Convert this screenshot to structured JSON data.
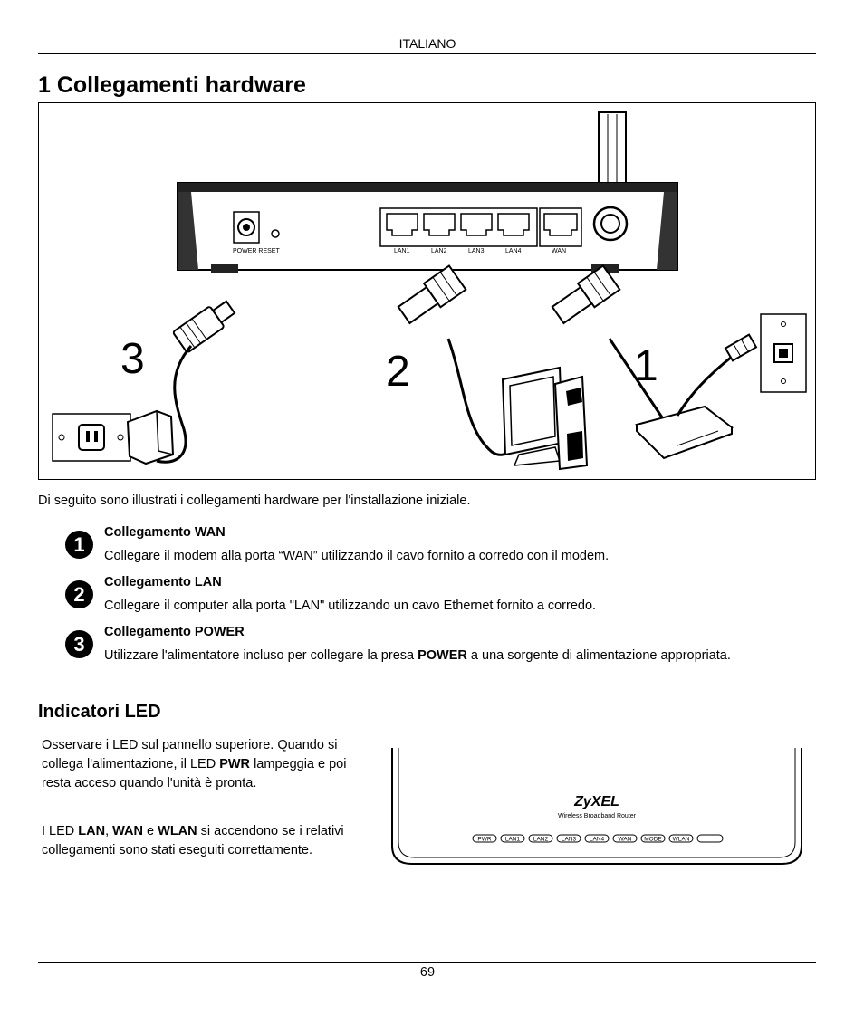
{
  "header": {
    "language": "ITALIANO"
  },
  "page_title": "1 Collegamenti hardware",
  "figure": {
    "back_labels": {
      "power_reset": "POWER RESET",
      "lan1": "LAN1",
      "lan2": "LAN2",
      "lan3": "LAN3",
      "lan4": "LAN4",
      "wan": "WAN"
    },
    "callouts": [
      "3",
      "2",
      "1"
    ]
  },
  "intro": "Di seguito sono illustrati i collegamenti hardware per l'installazione iniziale.",
  "steps": [
    {
      "number": "1",
      "heading": "Collegamento WAN",
      "text": "Collegare il modem alla porta “WAN” utilizzando il cavo fornito a corredo con il modem."
    },
    {
      "number": "2",
      "heading": "Collegamento LAN",
      "text": "Collegare il computer alla porta \"LAN\" utilizzando un cavo Ethernet fornito a corredo."
    },
    {
      "number": "3",
      "heading": "Collegamento POWER",
      "text_before": "Utilizzare l'alimentatore incluso per collegare la presa ",
      "text_bold": "POWER",
      "text_after": " a una sorgente di alimentazione appropriata."
    }
  ],
  "led_section": {
    "title": "Indicatori LED",
    "para1": {
      "before": "Osservare i LED sul pannello superiore. Quando si collega l'alimentazione, il LED ",
      "bold": "PWR",
      "after": " lampeggia e poi resta acceso quando l'unità è pronta."
    },
    "para2": {
      "before": "I LED ",
      "lan": "LAN",
      "sep1": ", ",
      "wan": "WAN",
      "sep2": " e ",
      "wlan": "WLAN",
      "after": " si accendono se i relativi collegamenti sono stati eseguiti correttamente."
    },
    "panel": {
      "brand": "ZyXEL",
      "subtitle": "Wireless Broadband Router",
      "leds": [
        "PWR",
        "LAN1",
        "LAN2",
        "LAN3",
        "LAN4",
        "WAN",
        "MODE",
        "WLAN"
      ]
    }
  },
  "footer": {
    "page_number": "69"
  }
}
